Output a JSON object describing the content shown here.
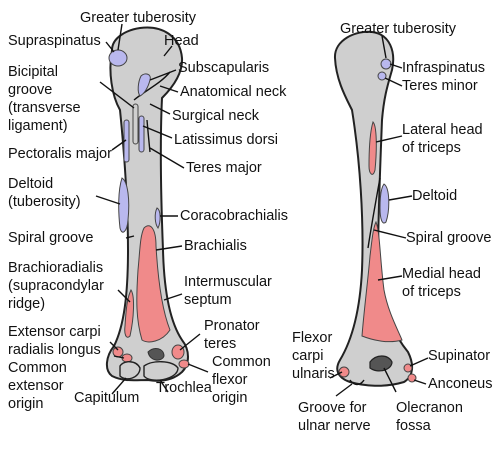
{
  "colors": {
    "bone": "#cfcfcf",
    "bone_outline": "#222222",
    "red_attachment": "#f08a8a",
    "blue_attachment": "#b9b8ee",
    "dark_marking": "#555555",
    "background": "#ffffff"
  },
  "anterior_view": {
    "labels": {
      "greater_tuberosity": "Greater tuberosity",
      "supraspinatus": "Supraspinatus",
      "head": "Head",
      "subscapularis": "Subscapularis",
      "bicipital_groove": [
        "Bicipital",
        "groove",
        "(transverse",
        "ligament)"
      ],
      "anatomical_neck": "Anatomical neck",
      "surgical_neck": "Surgical neck",
      "latissimus_dorsi": "Latissimus dorsi",
      "pectoralis_major": "Pectoralis major",
      "teres_major": "Teres major",
      "deltoid": [
        "Deltoid",
        "(tuberosity)"
      ],
      "coracobrachialis": "Coracobrachialis",
      "spiral_groove": "Spiral groove",
      "brachialis": "Brachialis",
      "brachioradialis": [
        "Brachioradialis",
        "(supracondylar",
        "ridge)"
      ],
      "intermuscular_septum": [
        "Intermuscular",
        "septum"
      ],
      "pronator_teres": [
        "Pronator",
        "teres"
      ],
      "extensor_carpi_radialis_longus": [
        "Extensor carpi",
        "radialis longus"
      ],
      "common_extensor_origin": [
        "Common",
        "extensor",
        "origin"
      ],
      "common_flexor_origin": [
        "Common",
        "flexor",
        "origin"
      ],
      "capitulum": "Capitulum",
      "trochlea": "Trochlea"
    }
  },
  "posterior_view": {
    "labels": {
      "greater_tuberosity": "Greater tuberosity",
      "infraspinatus": "Infraspinatus",
      "teres_minor": "Teres minor",
      "lateral_head_of_triceps": [
        "Lateral head",
        "of triceps"
      ],
      "deltoid": "Deltoid",
      "spiral_groove": "Spiral groove",
      "medial_head_of_triceps": [
        "Medial head",
        "of triceps"
      ],
      "flexor_carpi_ulnaris": [
        "Flexor",
        "carpi",
        "ulnaris"
      ],
      "supinator": "Supinator",
      "anconeus": "Anconeus",
      "groove_for_ulnar_nerve": [
        "Groove for",
        "ulnar nerve"
      ],
      "olecranon_fossa": [
        "Olecranon",
        "fossa"
      ]
    }
  }
}
